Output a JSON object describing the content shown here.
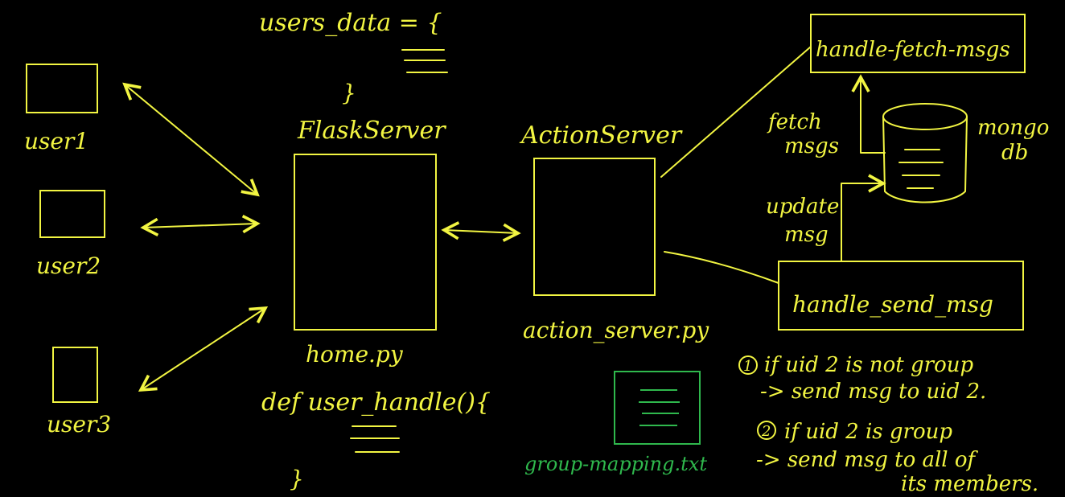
{
  "colors": {
    "background": "#000000",
    "ink": "#f2f542",
    "green": "#2fb84d"
  },
  "users": [
    "user1",
    "user2",
    "user3"
  ],
  "users_data_label": "users_data = {",
  "users_data_close": "}",
  "flask_server": {
    "title": "FlaskServer",
    "file": "home.py"
  },
  "handler": {
    "def": "def user_handle(){",
    "close": "}"
  },
  "action_server": {
    "title": "ActionServer",
    "file": "action_server.py"
  },
  "fetch_handler": "handle-fetch-msgs",
  "send_handler": "handle_send_msg",
  "fetch_label": [
    "fetch",
    "msgs"
  ],
  "update_label": [
    "update",
    "msg"
  ],
  "db_label": [
    "mongo",
    "db"
  ],
  "group_file": "group-mapping.txt",
  "notes": [
    {
      "number": "1",
      "lines": [
        "if uid 2 is not group",
        "-> send msg to uid 2."
      ]
    },
    {
      "number": "2",
      "lines": [
        "if uid 2 is group",
        "-> send msg to all of",
        "its members."
      ]
    }
  ]
}
